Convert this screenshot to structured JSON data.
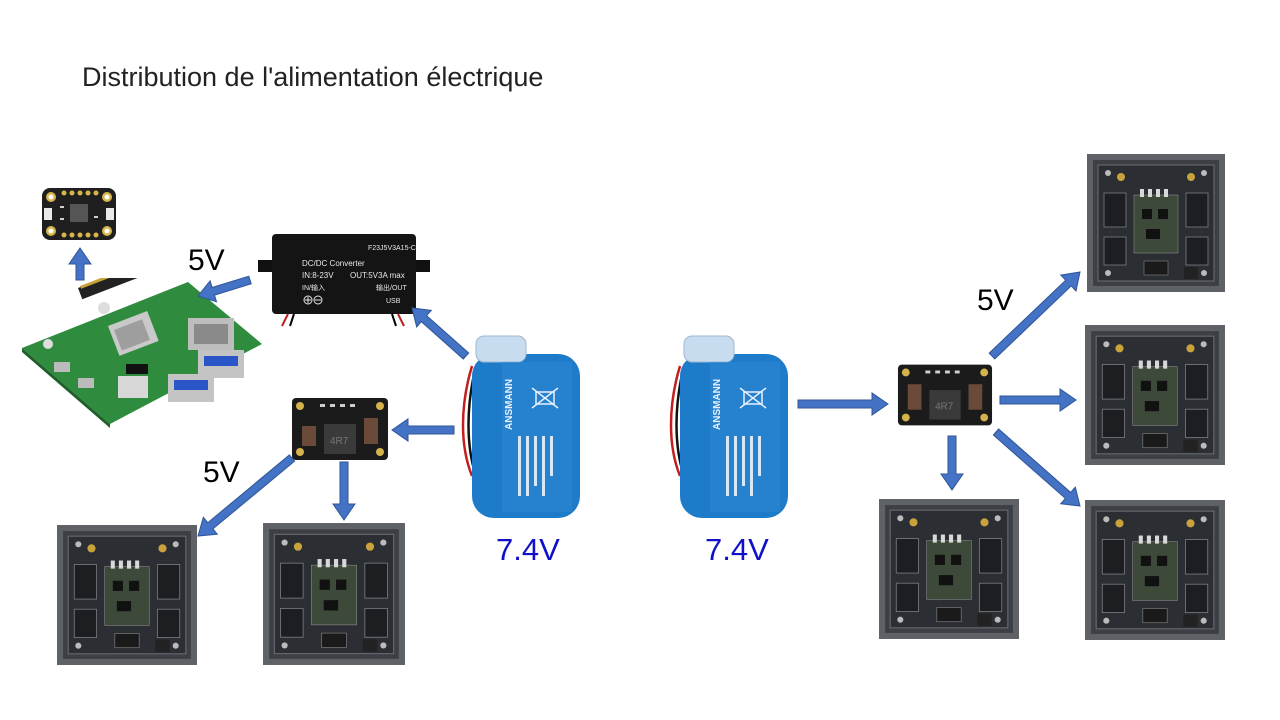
{
  "title": "Distribution de l'alimentation électrique",
  "colors": {
    "arrow": "#4472C4",
    "arrow_edge": "#2F5597",
    "battery_blue": "#1E7BC9",
    "battery_label": "#1010C8",
    "panel_frame": "#5E6166",
    "panel_inner": "#3C3F44",
    "pcb_green": "#2F8C3F",
    "pcb_dark": "#2A2A2A"
  },
  "left_group": {
    "battery_voltage": "7.4V",
    "pi_supply_voltage": "5V",
    "panel_supply_voltage": "5V",
    "converter": {
      "model": "F23J5V3A15-C",
      "name": "DC/DC Converter",
      "input_spec": "IN:8-23V",
      "output_spec": "OUT:5V3A max",
      "input_label": "IN/输入",
      "output_label": "输出/OUT",
      "usb_label": "USB"
    }
  },
  "right_group": {
    "battery_voltage": "7.4V",
    "panel_supply_voltage": "5V"
  },
  "regulator_marking": "4R7",
  "battery_brand": "ANSMANN"
}
